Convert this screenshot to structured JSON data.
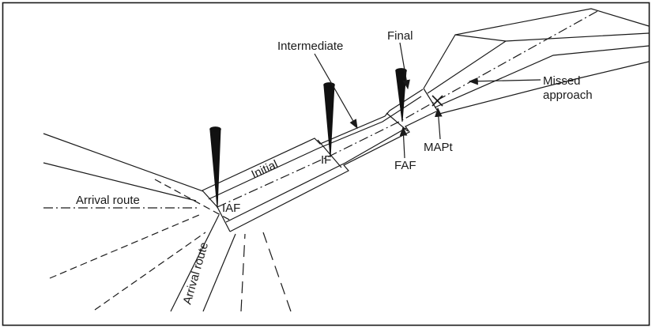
{
  "diagram": {
    "labels": {
      "intermediate": "Intermediate",
      "final": "Final",
      "missed_line1": "Missed",
      "missed_line2": "approach",
      "mapt": "MAPt",
      "faf": "FAF",
      "if": "IF",
      "iaf": "IAF",
      "initial": "Initial",
      "arrival_route_left": "Arrival route",
      "arrival_route_bottom": "Arrival route"
    },
    "colors": {
      "line": "#1a1a1a",
      "background": "#ffffff"
    }
  }
}
